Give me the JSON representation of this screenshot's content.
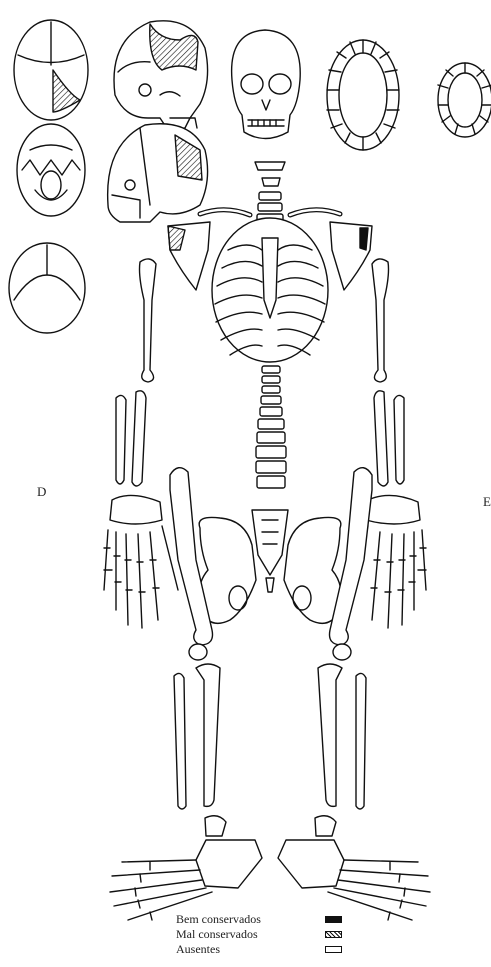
{
  "diagram": {
    "side_left": "D",
    "side_right": "E",
    "legend": [
      {
        "label": "Bem conservados",
        "swatch": "filled",
        "color": "#111111"
      },
      {
        "label": "Mal conservados",
        "swatch": "hatched",
        "color": "#111111"
      },
      {
        "label": "Ausentes",
        "swatch": "empty",
        "color": "#ffffff"
      }
    ]
  }
}
